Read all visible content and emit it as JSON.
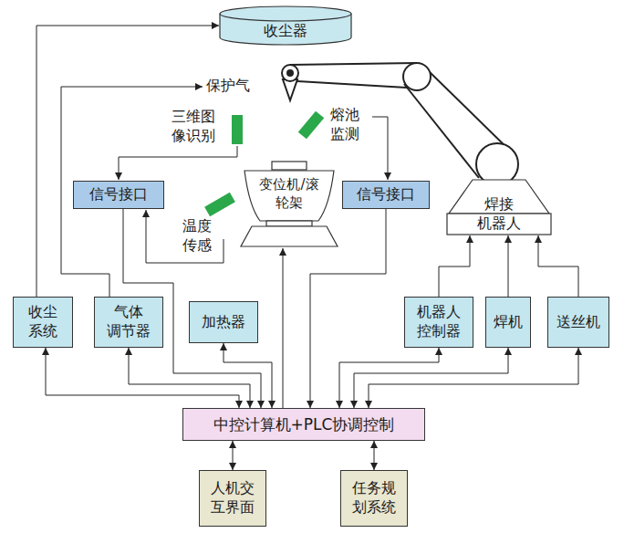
{
  "diagram": {
    "nodes": [
      {
        "text": [
          "收尘器"
        ]
      },
      {
        "text": [
          "变位机/滚 轮架"
        ]
      },
      {
        "text": [
          "焊接 机器人"
        ]
      },
      {
        "text": [
          "信号接口"
        ]
      },
      {
        "text": [
          "信号接口"
        ]
      },
      {
        "text": [
          "收尘 系统"
        ]
      },
      {
        "text": [
          "气体 调节器"
        ]
      },
      {
        "text": [
          "加热器"
        ]
      },
      {
        "text": [
          "机器人 控制器"
        ]
      },
      {
        "text": [
          "焊机"
        ]
      },
      {
        "text": [
          "送丝机"
        ]
      },
      {
        "text": [
          "中控计算机+PLC协调控制"
        ]
      },
      {
        "text": [
          "人机交 互界面"
        ]
      },
      {
        "text": [
          "任务规 划系统"
        ]
      }
    ],
    "edges": [
      {
        "from": 5,
        "to": 0,
        "arrow": "to"
      },
      {
        "from": 11,
        "to": 5,
        "arrow": "both"
      },
      {
        "from": 11,
        "to": 6,
        "arrow": "both"
      },
      {
        "from": 3,
        "to": 11,
        "arrow": "to"
      },
      {
        "from": 11,
        "to": 7,
        "arrow": "both"
      },
      {
        "from": 11,
        "to": 1,
        "arrow": "to"
      },
      {
        "from": 4,
        "to": 11,
        "arrow": "to"
      },
      {
        "from": 11,
        "to": 8,
        "arrow": "both"
      },
      {
        "from": 11,
        "to": 9,
        "arrow": "both"
      },
      {
        "from": 11,
        "to": 10,
        "arrow": "both"
      },
      {
        "from": 8,
        "to": 2,
        "arrow": "to"
      },
      {
        "from": 9,
        "to": 2,
        "arrow": "to"
      },
      {
        "from": 10,
        "to": 2,
        "arrow": "to"
      },
      {
        "from": 11,
        "to": 12,
        "arrow": "both"
      },
      {
        "from": 11,
        "to": 13,
        "arrow": "both"
      }
    ],
    "labels": [
      "保护气",
      "三维图 像识别",
      "熔池 监测",
      "温度 传感"
    ]
  }
}
